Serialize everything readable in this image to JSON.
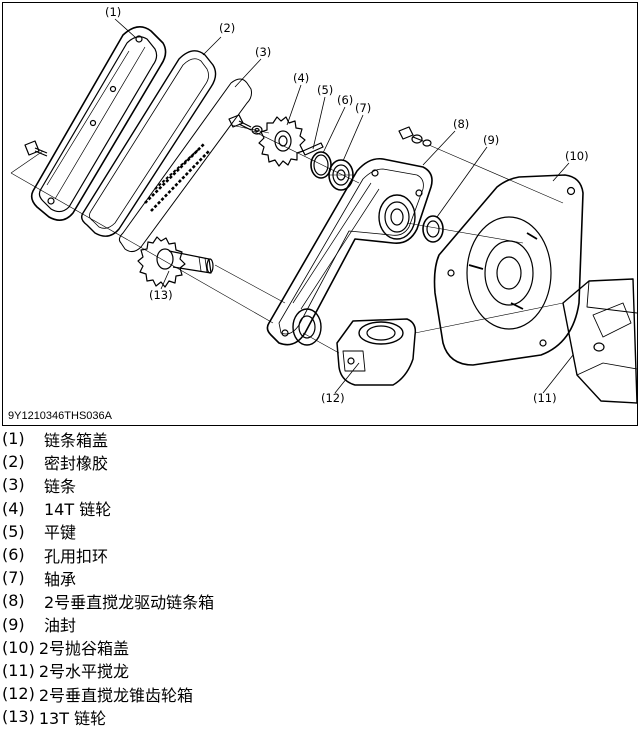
{
  "figure": {
    "code": "9Y1210346THS036A",
    "callouts": [
      "(1)",
      "(2)",
      "(3)",
      "(4)",
      "(5)",
      "(6)",
      "(7)",
      "(8)",
      "(9)",
      "(10)",
      "(11)",
      "(12)",
      "(13)"
    ]
  },
  "legend": [
    {
      "num": "(1)",
      "text": "链条箱盖"
    },
    {
      "num": "(2)",
      "text": "密封橡胶"
    },
    {
      "num": "(3)",
      "text": "链条"
    },
    {
      "num": "(4)",
      "text": "14T 链轮"
    },
    {
      "num": "(5)",
      "text": "平键"
    },
    {
      "num": "(6)",
      "text": "孔用扣环"
    },
    {
      "num": "(7)",
      "text": "轴承"
    },
    {
      "num": "(8)",
      "text": "2号垂直搅龙驱动链条箱"
    },
    {
      "num": "(9)",
      "text": "油封"
    },
    {
      "num": "(10)",
      "text": "2号抛谷箱盖"
    },
    {
      "num": "(11)",
      "text": "2号水平搅龙"
    },
    {
      "num": "(12)",
      "text": "2号垂直搅龙锥齿轮箱"
    },
    {
      "num": "(13)",
      "text": "13T 链轮"
    }
  ]
}
